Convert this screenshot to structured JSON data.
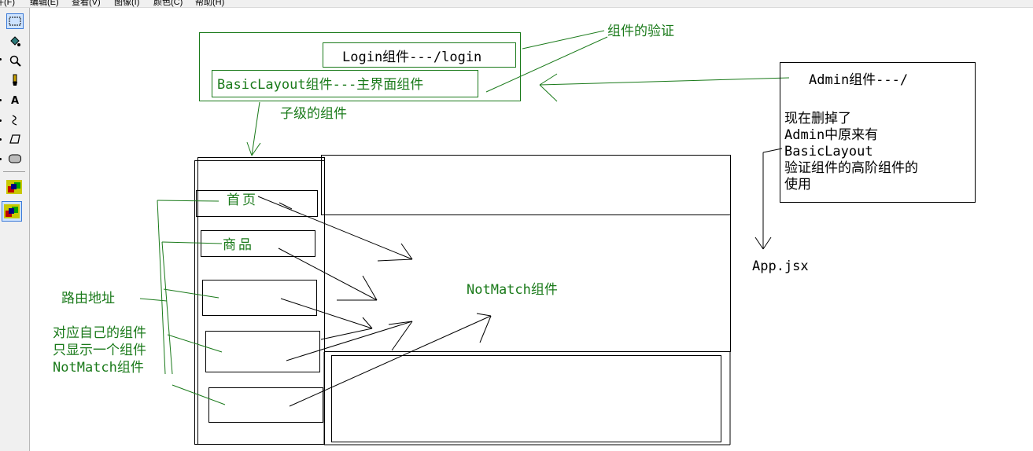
{
  "menu": {
    "file": "件(F)",
    "edit": "编辑(E)",
    "view": "查看(V)",
    "image": "图像(I)",
    "colors": "颜色(C)",
    "help": "帮助(H)"
  },
  "tools": [
    "select-rect-icon",
    "fill-bucket-icon",
    "magnifier-icon",
    "brush-icon",
    "text-icon",
    "curve-icon",
    "polygon-icon",
    "rounded-rect-icon",
    "color-fill-mode-icon",
    "color-fill-mode-selected-icon"
  ],
  "tool_glyphs": {
    "text": "A"
  },
  "diagram": {
    "login_box": "Login组件---/login",
    "basiclayout_box": "BasicLayout组件---主界面组件",
    "component_validate": "组件的验证",
    "child_components": "子级的组件",
    "admin_title": "Admin组件---/",
    "admin_note": [
      "现在删掉了",
      "Admin中原来有",
      "BasicLayout",
      "验证组件的高阶组件的",
      "使用"
    ],
    "app_file": "App.jsx",
    "nav_home": "首页",
    "nav_goods": "商品",
    "route_address": "路由地址",
    "own_component_note": [
      "对应自己的组件",
      "只显示一个组件",
      "NotMatch组件"
    ],
    "notmatch_center": "NotMatch组件"
  },
  "colors": {
    "annotation": "#1a7a1a",
    "line": "#000000"
  }
}
